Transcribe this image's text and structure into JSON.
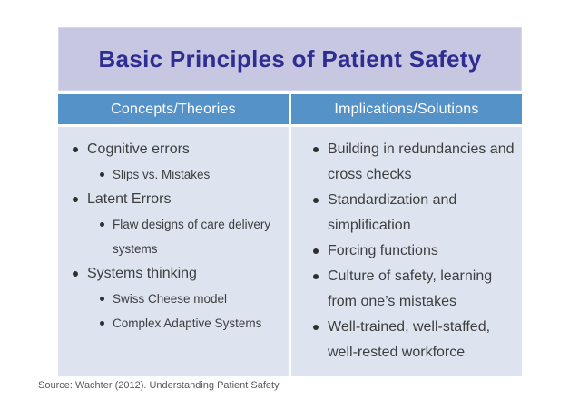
{
  "slide": {
    "title": "Basic Principles of Patient Safety",
    "source_note": "Source: Wachter (2012). Understanding Patient Safety",
    "colors": {
      "title_bg": "#c7c7e2",
      "title_text": "#2f2d91",
      "header_bg": "#5592c8",
      "header_text": "#ffffff",
      "body_bg": "#dde4ef",
      "body_text": "#3e3e3e",
      "source_text": "#595959"
    },
    "table": {
      "columns": [
        {
          "header": "Concepts/Theories",
          "items": [
            {
              "level": 1,
              "text": "Cognitive errors"
            },
            {
              "level": 2,
              "text": "Slips vs. Mistakes"
            },
            {
              "level": 1,
              "text": "Latent Errors"
            },
            {
              "level": 2,
              "text": "Flaw designs of care delivery systems"
            },
            {
              "level": 1,
              "text": "Systems thinking"
            },
            {
              "level": 2,
              "text": "Swiss Cheese model"
            },
            {
              "level": 2,
              "text": "Complex Adaptive Systems"
            }
          ]
        },
        {
          "header": "Implications/Solutions",
          "items": [
            {
              "level": 1,
              "text": "Building in redundancies and cross checks"
            },
            {
              "level": 1,
              "text": "Standardization and simplification"
            },
            {
              "level": 1,
              "text": "Forcing functions"
            },
            {
              "level": 1,
              "text": "Culture of safety, learning from one’s mistakes"
            },
            {
              "level": 1,
              "text": "Well-trained, well-staffed, well-rested workforce"
            }
          ]
        }
      ]
    }
  }
}
